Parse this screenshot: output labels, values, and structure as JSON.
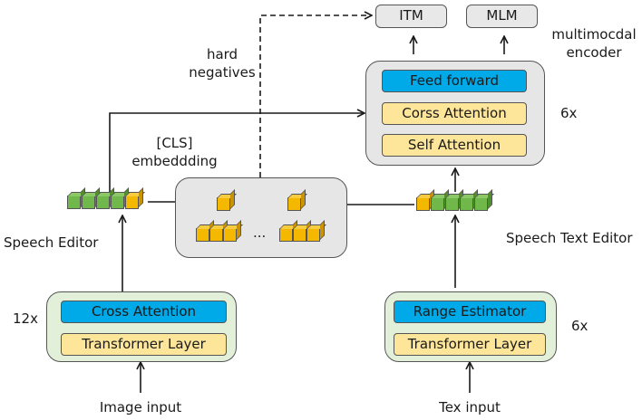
{
  "outputs": {
    "itm": "ITM",
    "mlm": "MLM"
  },
  "multimodal_encoder": {
    "label_line1": "multimocdal",
    "label_line2": "encoder",
    "repeat": "6x",
    "layers": [
      "Feed forward",
      "Corss Attention",
      "Self Attention"
    ]
  },
  "hard_negatives": {
    "line1": "hard",
    "line2": "negatives"
  },
  "cls_embedding": {
    "line1": "[CLS]",
    "line2": "embeddding"
  },
  "embedding_pool": {
    "ellipsis": "..."
  },
  "speech_editor": {
    "label": "Speech Editor",
    "repeat": "12x",
    "layers": [
      "Cross Attention",
      "Transformer Layer"
    ],
    "input": "Image input"
  },
  "speech_text_editor": {
    "label": "Speech Text Editor",
    "repeat": "6x",
    "layers": [
      "Range Estimator",
      "Transformer Layer"
    ],
    "input": "Tex input"
  },
  "colors": {
    "blue_layer": "#00a9e8",
    "yellow_layer": "#fde59a",
    "green_token": "#70b84a",
    "yellow_token": "#f5b800",
    "gray_container": "#e6e6e6",
    "green_container": "#e2efd9"
  }
}
